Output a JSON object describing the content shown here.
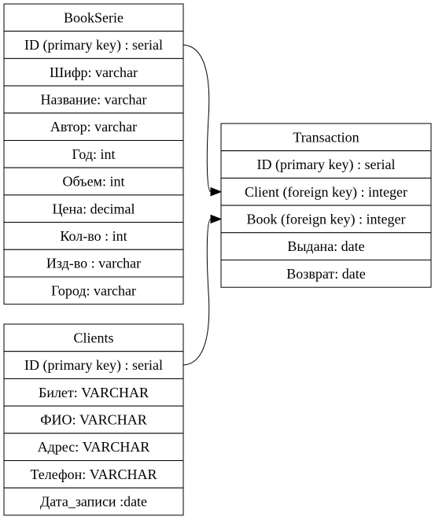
{
  "tables": [
    {
      "name": "BookSerie",
      "fields": [
        "ID (primary key) : serial",
        "Шифр: varchar",
        "Название: varchar",
        "Автор: varchar",
        "Год: int",
        "Объем: int",
        "Цена: decimal",
        "Кол-во : int",
        "Изд-во : varchar",
        "Город: varchar"
      ]
    },
    {
      "name": "Clients",
      "fields": [
        "ID (primary key) : serial",
        "Билет: VARCHAR",
        "ФИО: VARCHAR",
        "Адрес: VARCHAR",
        "Телефон: VARCHAR",
        "Дата_записи :date"
      ]
    },
    {
      "name": "Transaction",
      "fields": [
        "ID (primary key) : serial",
        "Client (foreign key) : integer",
        "Book (foreign key) : integer",
        "Выдана: date",
        "Возврат: date"
      ]
    }
  ],
  "relations": [
    {
      "from_table": 0,
      "from_field": 0,
      "to_table": 2,
      "to_field": 1
    },
    {
      "from_table": 1,
      "from_field": 0,
      "to_table": 2,
      "to_field": 2
    }
  ]
}
